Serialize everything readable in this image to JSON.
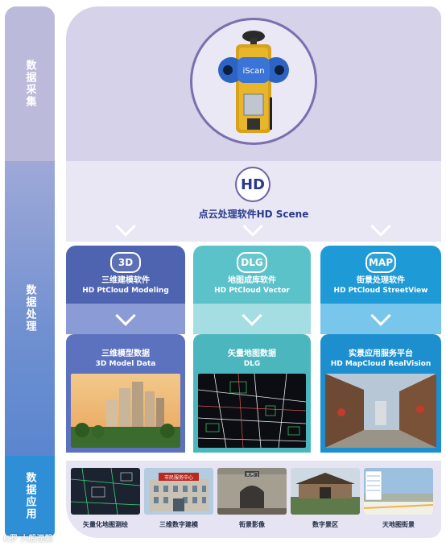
{
  "sidebar": {
    "collect": "数据采集",
    "process": "数据处理",
    "apply": "数据应用"
  },
  "device": {
    "brand": "iScan"
  },
  "hd": {
    "badge": "HD",
    "title": "点云处理软件HD Scene"
  },
  "columns": [
    {
      "badge": "3D",
      "top1": "三维建模软件",
      "top2": "HD PtCloud Modeling",
      "bot1": "三维模型数据",
      "bot2": "3D Model Data",
      "color_top": "#4f64b0",
      "color_mid": "#8b9bd6",
      "color_bot": "#5d72bf"
    },
    {
      "badge": "DLG",
      "top1": "地图成库软件",
      "top2": "HD PtCloud Vector",
      "bot1": "矢量地图数据",
      "bot2": "DLG",
      "color_top": "#5cc2c9",
      "color_mid": "#a4dde2",
      "color_bot": "#4bb6be"
    },
    {
      "badge": "MAP",
      "top1": "街景处理软件",
      "top2": "HD PtCloud StreetView",
      "bot1": "实景应用服务平台",
      "bot2": "HD MapCloud RealVision",
      "color_top": "#1e9ad6",
      "color_mid": "#79c6ec",
      "color_bot": "#1d8fcf"
    }
  ],
  "applications": [
    "矢量化地图测绘",
    "三维数字建模",
    "街景影像",
    "数字景区",
    "天地图街景"
  ],
  "gate_sign": "天河门",
  "building_sign": "市民服务中心",
  "watermark": "K罗 大般涅槃",
  "colors": {
    "sidebar_top": "#b9b8da",
    "sidebar_mid": "#6f8fcf",
    "sidebar_bot": "#2f8fd6",
    "panel": "#d6d3ea",
    "panel_light": "#e9e7f4"
  }
}
